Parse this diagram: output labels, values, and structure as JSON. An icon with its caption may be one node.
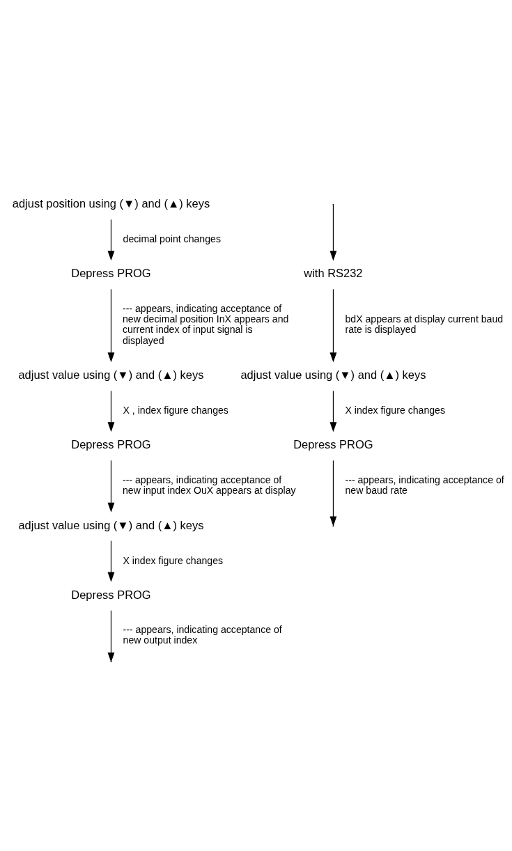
{
  "diagram": {
    "nodes": [
      {
        "text": [
          "adjust position using (▼) and (▲) keys"
        ]
      },
      {
        "text": [
          "Depress PROG"
        ]
      },
      {
        "text": [
          "adjust value using (▼) and (▲) keys"
        ]
      },
      {
        "text": [
          "Depress PROG"
        ]
      },
      {
        "text": [
          "adjust value using (▼) and (▲) keys"
        ]
      },
      {
        "text": [
          "Depress PROG"
        ]
      },
      {
        "text": [
          "with RS232"
        ]
      },
      {
        "text": [
          "adjust value using (▼) and (▲) keys"
        ]
      },
      {
        "text": [
          "Depress PROG"
        ]
      }
    ],
    "edges": [
      {
        "from": 0,
        "to": 1,
        "arrow": "to",
        "label": "decimal point changes"
      },
      {
        "from": 1,
        "to": 2,
        "arrow": "to",
        "label": "--- appears, indicating acceptance of new decimal position InX appears and current index of input signal is displayed"
      },
      {
        "from": 2,
        "to": 3,
        "arrow": "to",
        "label": "X , index figure changes"
      },
      {
        "from": 3,
        "to": 4,
        "arrow": "to",
        "label": "--- appears, indicating acceptance of new input index OuX appears at display"
      },
      {
        "from": 4,
        "to": 5,
        "arrow": "to",
        "label": "X index figure changes"
      },
      {
        "from": 5,
        "to": null,
        "arrow": "to",
        "label": "--- appears, indicating acceptance of new output index"
      },
      {
        "from": null,
        "to": 6,
        "arrow": "to"
      },
      {
        "from": 6,
        "to": 7,
        "arrow": "to",
        "label": "bdX appears at display current baud rate is displayed"
      },
      {
        "from": 7,
        "to": 8,
        "arrow": "to",
        "label": "X index figure changes"
      },
      {
        "from": 8,
        "to": null,
        "arrow": "to",
        "label": "--- appears, indicating acceptance of new baud rate"
      }
    ]
  }
}
